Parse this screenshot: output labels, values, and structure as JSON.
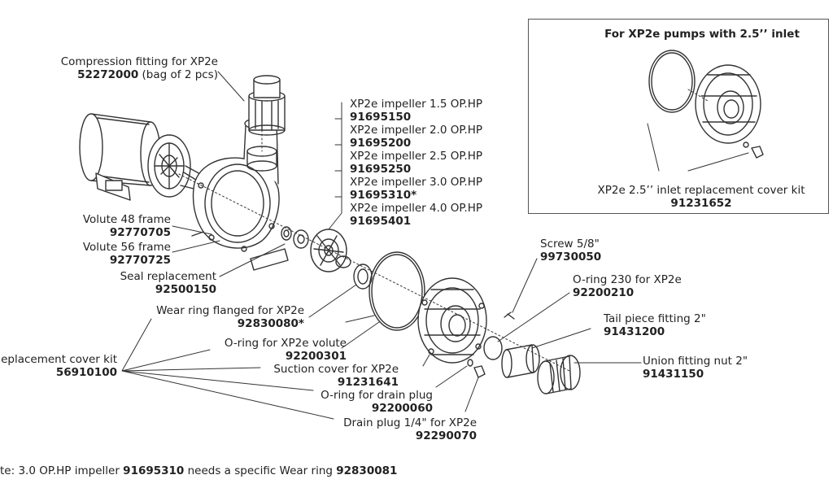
{
  "inset": {
    "title": "For XP2e pumps with 2.5’’ inlet",
    "kit_name": "XP2e 2.5’’ inlet replacement cover kit",
    "kit_number": "91231652"
  },
  "parts": {
    "compression": {
      "name": "Compression fitting for XP2e",
      "number": "52272000",
      "suffix": " (bag of 2 pcs)"
    },
    "impellers": [
      {
        "name": "XP2e impeller 1.5 OP.HP",
        "number": "91695150"
      },
      {
        "name": "XP2e impeller 2.0 OP.HP",
        "number": "91695200"
      },
      {
        "name": "XP2e impeller 2.5 OP.HP",
        "number": "91695250"
      },
      {
        "name": "XP2e impeller 3.0 OP.HP",
        "number": "91695310*"
      },
      {
        "name": "XP2e impeller 4.0 OP.HP",
        "number": "91695401"
      }
    ],
    "volute48": {
      "name": "Volute 48 frame",
      "number": "92770705"
    },
    "volute56": {
      "name": "Volute 56 frame",
      "number": "92770725"
    },
    "seal": {
      "name": "Seal replacement",
      "number": "92500150"
    },
    "wear_ring": {
      "name": "Wear ring flanged for XP2e",
      "number": "92830080*"
    },
    "oring_volute": {
      "name": "O-ring for XP2e volute",
      "number": "92200301"
    },
    "suction_cover": {
      "name": "Suction cover for XP2e",
      "number": "91231641"
    },
    "oring_drain": {
      "name": "O-ring for drain plug",
      "number": "92200060"
    },
    "drain_plug": {
      "name": "Drain plug 1/4\" for XP2e",
      "number": "92290070"
    },
    "cover_kit": {
      "name": "eplacement cover kit",
      "number": "56910100"
    },
    "screw": {
      "name": "Screw 5/8\"",
      "number": "99730050"
    },
    "oring230": {
      "name": "O-ring 230 for XP2e",
      "number": "92200210"
    },
    "tail_piece": {
      "name": "Tail piece fitting 2\"",
      "number": "91431200"
    },
    "union_nut": {
      "name": "Union fitting nut 2\"",
      "number": "91431150"
    }
  },
  "note": {
    "prefix": "te: 3.0 OP.HP impeller ",
    "impeller_number": "91695310",
    "middle": " needs a specific Wear ring ",
    "ring_number": "92830081"
  }
}
